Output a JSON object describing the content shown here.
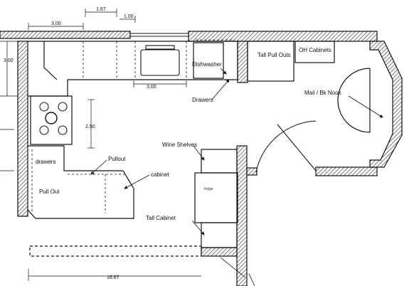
{
  "diagram": {
    "dimensions": {
      "d_300_top": "3.00",
      "d_167": "1.67",
      "d_100": "1.00",
      "d_300_left": "3.00",
      "d_300_sink": "3.00",
      "d_250": "2.50",
      "d_1867": "18.67"
    },
    "labels": {
      "dishwasher": "Dishwasher",
      "tall_pull_outs": "Tall Pull Outs",
      "oh_cabinets": "OH Cabinets",
      "mail_bk_nook": "Mail / Bk Nook",
      "drawers_right": "Drawers",
      "wine_shelves": "Wine Shelves",
      "drawers_left": "drawers",
      "pullout_island": "Pullout",
      "cabinet_island": "cabinet",
      "pull_out_left": "Pull Out",
      "fridge": "fridge",
      "tall_cabinet": "Tall Cabinet"
    },
    "colors": {
      "line": "#111111",
      "wall_hatch": "#444444",
      "background": "#ffffff"
    }
  }
}
